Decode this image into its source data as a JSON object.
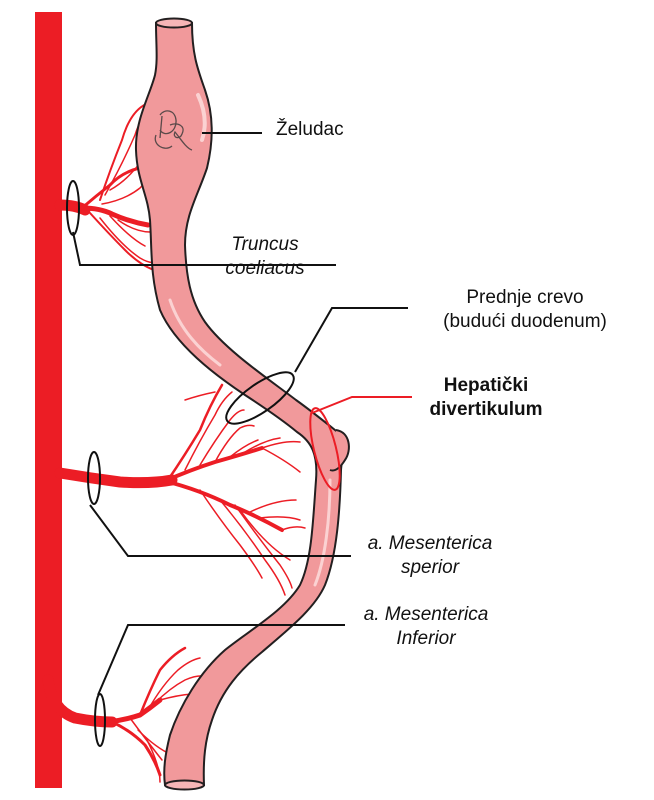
{
  "colors": {
    "artery": "#ec1d25",
    "gut_fill": "#f1999b",
    "gut_stroke": "#231f20",
    "leader": "#111111",
    "hepatic_leader": "#ec1d25",
    "background": "#ffffff"
  },
  "labels": {
    "stomach": "Želudac",
    "celiac_line1": "Truncus",
    "celiac_line2": "coeliacus",
    "foregut_line1": "Prednje crevo",
    "foregut_line2": "(budući duodenum)",
    "hepatic_line1": "Hepatički",
    "hepatic_line2": "divertikulum",
    "sma_line1": "a. Mesenterica",
    "sma_line2": "sperior",
    "ima_line1": "a. Mesenterica",
    "ima_line2": "Inferior"
  },
  "stomach_logo": "DR"
}
